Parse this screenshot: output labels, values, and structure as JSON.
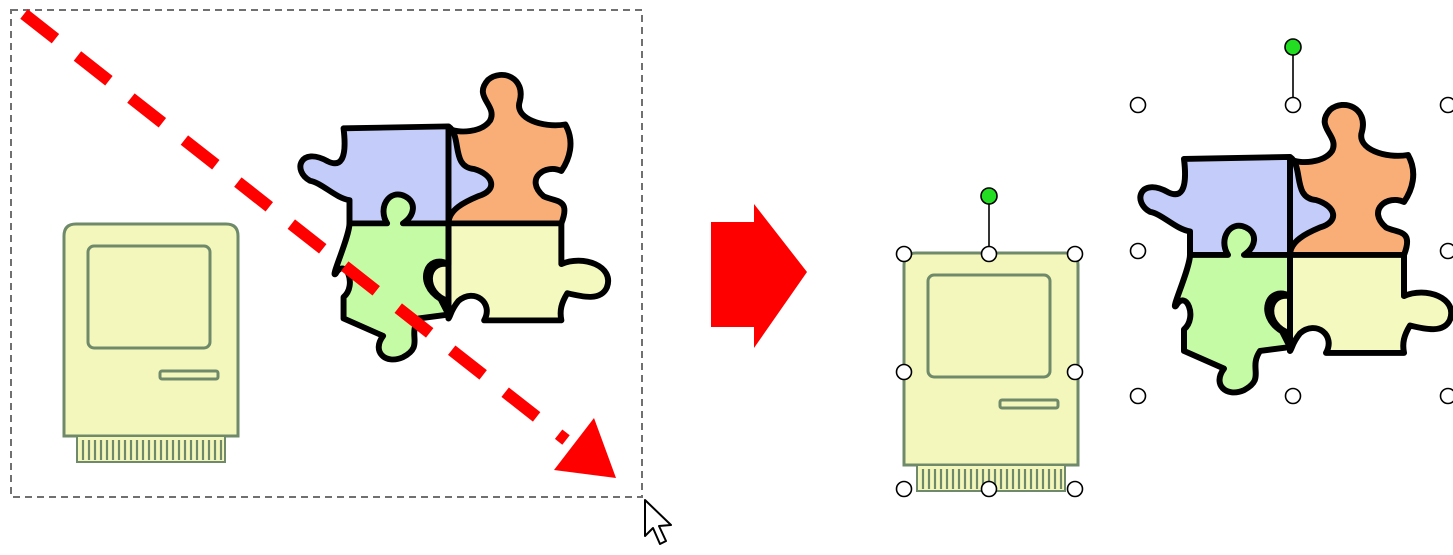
{
  "colors": {
    "background": "#ffffff",
    "selection_marquee": "#707070",
    "drag_arrow": "#ff0000",
    "transition_arrow": "#ff0000",
    "computer_body": "#f4f7bb",
    "computer_outline": "#6f8a6a",
    "puzzle_blue": "#c4cdf9",
    "puzzle_orange": "#f9ae77",
    "puzzle_green": "#c6fba6",
    "puzzle_yellow": "#f4f9c0",
    "puzzle_outline": "#000000",
    "sizing_handle": "#ffffff",
    "rotation_handle": "#22dd22"
  },
  "icons": {
    "computer": "classic-computer-icon",
    "puzzle": "jigsaw-puzzle-icon",
    "cursor": "mouse-pointer-icon",
    "drag_arrow": "dashed-diagonal-arrow-icon",
    "transition_arrow": "right-block-arrow-icon",
    "rotation_handle": "rotation-handle-icon",
    "sizing_handle": "sizing-handle-icon"
  },
  "panels": {
    "before": {
      "objects": [
        "computer",
        "puzzle"
      ],
      "selected": false
    },
    "after": {
      "objects": [
        "computer",
        "puzzle"
      ],
      "selected": true
    }
  }
}
